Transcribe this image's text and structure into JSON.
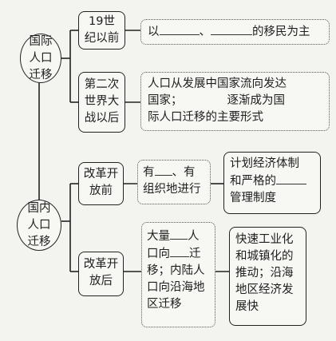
{
  "international": {
    "title": "国际人口迁移",
    "branch1": {
      "period": "19世纪以前",
      "desc_prefix": "以",
      "desc_sep": "、",
      "desc_suffix": "的移民为主"
    },
    "branch2": {
      "period": "第二次世界大战以后",
      "desc_line1": "人口从发展中国家流向发达",
      "desc_line2a": "国家；",
      "desc_line2b": "逐渐成为国",
      "desc_line3": "际人口迁移的主要形式"
    }
  },
  "domestic": {
    "title": "国内人口迁移",
    "branch1": {
      "period": "改革开放前",
      "desc_line1a": "有",
      "desc_line1b": "、有",
      "desc_line2": "组织地进行",
      "reason_line1": "计划经济体制",
      "reason_line2": "和严格的",
      "reason_line3": "管理制度"
    },
    "branch2": {
      "period": "改革开放后",
      "desc_line1a": "大量",
      "desc_line1b": "人",
      "desc_line2a": "口向",
      "desc_line2b": "迁",
      "desc_line3": "移；内陆人",
      "desc_line4": "口向沿海地",
      "desc_line5": "区迁移",
      "reason_line1": "快速工业化",
      "reason_line2": "和城镇化的",
      "reason_line3": "推动；沿海",
      "reason_line4": "地区经济发",
      "reason_line5": "展快"
    }
  }
}
